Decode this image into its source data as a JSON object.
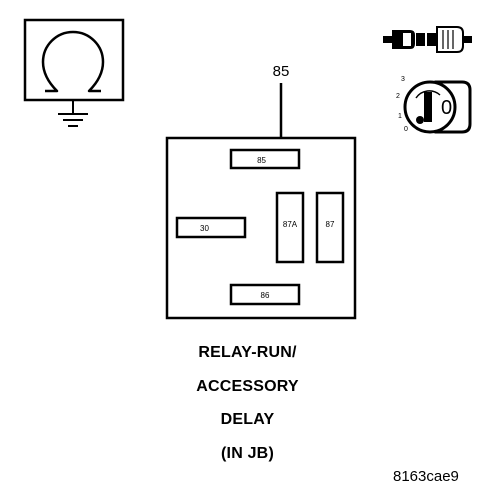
{
  "callout": {
    "label": "85"
  },
  "relay": {
    "pins": [
      {
        "id": "85",
        "label": "85"
      },
      {
        "id": "30",
        "label": "30"
      },
      {
        "id": "87A",
        "label": "87A"
      },
      {
        "id": "87",
        "label": "87"
      },
      {
        "id": "86",
        "label": "86"
      }
    ]
  },
  "ignition_key": {
    "positions": [
      "3",
      "2",
      "1",
      "0"
    ],
    "key_label": "0"
  },
  "caption": {
    "line1": "RELAY-RUN/",
    "line2": "ACCESSORY",
    "line3": "DELAY",
    "line4": "(IN JB)"
  },
  "figure_code": "8163cae9"
}
